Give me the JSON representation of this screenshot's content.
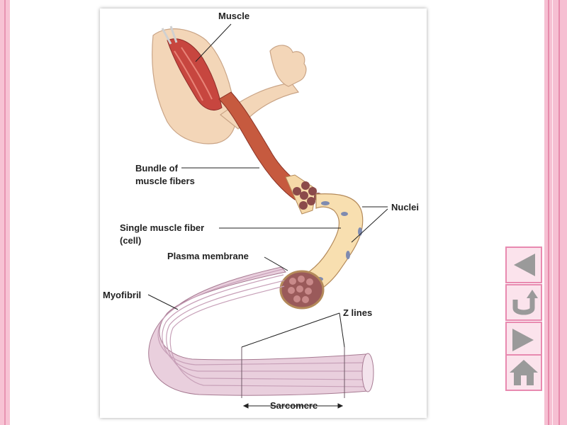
{
  "labels": {
    "muscle": "Muscle",
    "bundle_line1": "Bundle of",
    "bundle_line2": "muscle fibers",
    "nuclei": "Nuclei",
    "single_fiber_line1": "Single muscle fiber",
    "single_fiber_line2": "(cell)",
    "plasma_membrane": "Plasma membrane",
    "myofibril": "Myofibril",
    "z_lines": "Z lines",
    "sarcomere": "Sarcomere"
  },
  "nav_buttons": [
    {
      "name": "previous",
      "icon": "triangle-left-icon"
    },
    {
      "name": "return",
      "icon": "u-turn-arrow-icon"
    },
    {
      "name": "next",
      "icon": "triangle-right-icon"
    },
    {
      "name": "home",
      "icon": "house-icon"
    }
  ],
  "colors": {
    "accent_pink": "#e88ab0",
    "nav_icon_gray": "#9a9a9a",
    "muscle_red": "#c0443f",
    "fiber_tan": "#f8dfb0",
    "myofibril_pink": "#e2c0d6"
  }
}
